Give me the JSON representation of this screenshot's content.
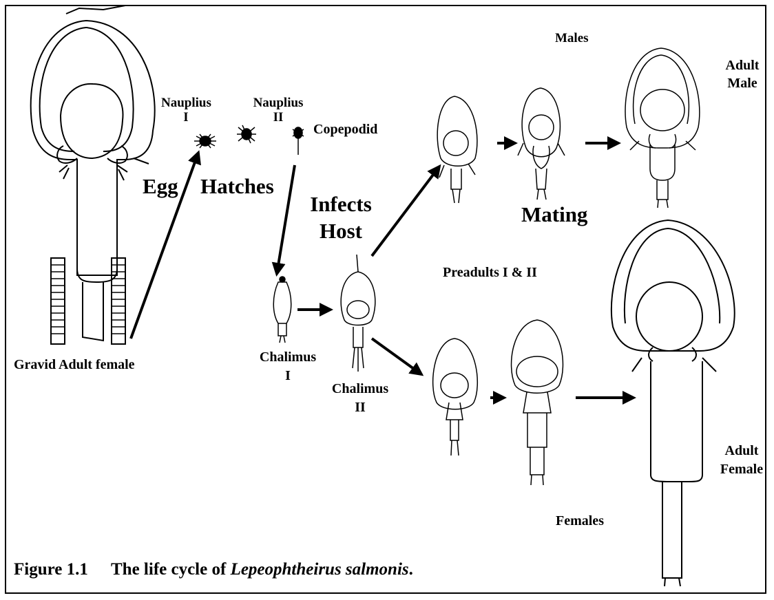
{
  "stages": {
    "gravid_female": "Gravid Adult female",
    "nauplius_1": "Nauplius\nI",
    "nauplius_2": "Nauplius\nII",
    "copepodid": "Copepodid",
    "chalimus_1": "Chalimus\nI",
    "chalimus_2": "Chalimus\nII",
    "males": "Males",
    "adult_male": "Adult\nMale",
    "preadults": "Preadults I & II",
    "females": "Females",
    "adult_female": "Adult\nFemale"
  },
  "events": {
    "egg": "Egg",
    "hatches": "Hatches",
    "infects_host": "Infects\nHost",
    "mating": "Mating"
  },
  "caption": {
    "number": "Figure 1.1",
    "text": "The life cycle of ",
    "species": "Lepeophtheirus salmonis",
    "end": "."
  }
}
